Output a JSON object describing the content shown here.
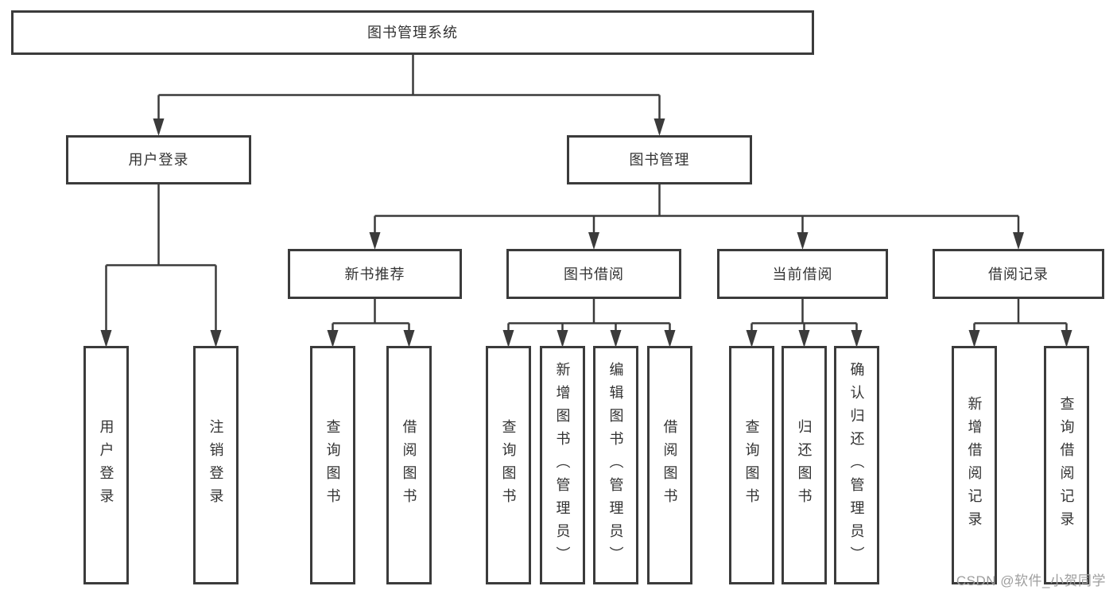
{
  "tree": {
    "root": {
      "label": "图书管理系统"
    },
    "branches": [
      {
        "label": "用户登录",
        "children": [
          {
            "label": "用户登录"
          },
          {
            "label": "注销登录"
          }
        ]
      },
      {
        "label": "图书管理",
        "groups": [
          {
            "label": "新书推荐",
            "children": [
              {
                "label": "查询图书"
              },
              {
                "label": "借阅图书"
              }
            ]
          },
          {
            "label": "图书借阅",
            "children": [
              {
                "label": "查询图书"
              },
              {
                "label": "新增图书（管理员）"
              },
              {
                "label": "编辑图书（管理员）"
              },
              {
                "label": "借阅图书"
              }
            ]
          },
          {
            "label": "当前借阅",
            "children": [
              {
                "label": "查询图书"
              },
              {
                "label": "归还图书"
              },
              {
                "label": "确认归还（管理员）"
              }
            ]
          },
          {
            "label": "借阅记录",
            "children": [
              {
                "label": "新增借阅记录"
              },
              {
                "label": "查询借阅记录"
              }
            ]
          }
        ]
      }
    ]
  },
  "watermark": "CSDN @软件_小贺同学",
  "colors": {
    "line": "#3b3b3b",
    "text": "#333333",
    "watermark": "#9e9e9e",
    "background": "#ffffff"
  }
}
